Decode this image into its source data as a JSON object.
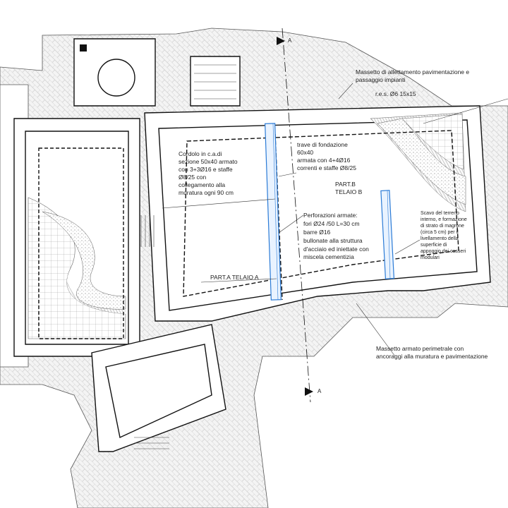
{
  "drawing": {
    "section_mark": "A",
    "labels": {
      "massetto_top_1": "Massetto di allettamento pavimentazione e",
      "massetto_top_2": "passaggio impianti",
      "res": "r.e.s. Ø6 15x15",
      "trave_1": "trave di fondazione",
      "trave_2": "60x40",
      "trave_3": "armata con 4+4Ø16",
      "trave_4": "correnti e staffe Ø8/25",
      "cordolo_1": "Cordolo in c.a.di",
      "cordolo_2": "sezione 50x40 armato",
      "cordolo_3": "con 3+3Ø16 e staffe",
      "cordolo_4": "Ø8/25 con",
      "cordolo_5": "collegamento alla",
      "cordolo_6": "muratura ogni 90 cm",
      "partb_1": "PART.B",
      "partb_2": "TELAIO B",
      "perf_1": "Perforazioni armate:",
      "perf_2": "fori Ø24 /50 L=30 cm",
      "perf_3": "barre Ø16",
      "perf_4": "bullonate alla struttura",
      "perf_5": "d'acciaio ed iniettate con",
      "perf_6": "miscela cementizia",
      "scavo_1": "Scavo del terreno",
      "scavo_2": "interno, e formazione",
      "scavo_3": "di strato di magrone",
      "scavo_4": "(circa 5 cm) per il",
      "scavo_5": "livellamento della",
      "scavo_6": "superficie di",
      "scavo_7": "appoggio dei casseri",
      "scavo_8": "modulari",
      "parta": "PART.A TELAIO A",
      "massetto_bottom_1": "Massetto armato perimetrale con",
      "massetto_bottom_2": "ancoraggi alla muratura e pavimentazione"
    }
  }
}
